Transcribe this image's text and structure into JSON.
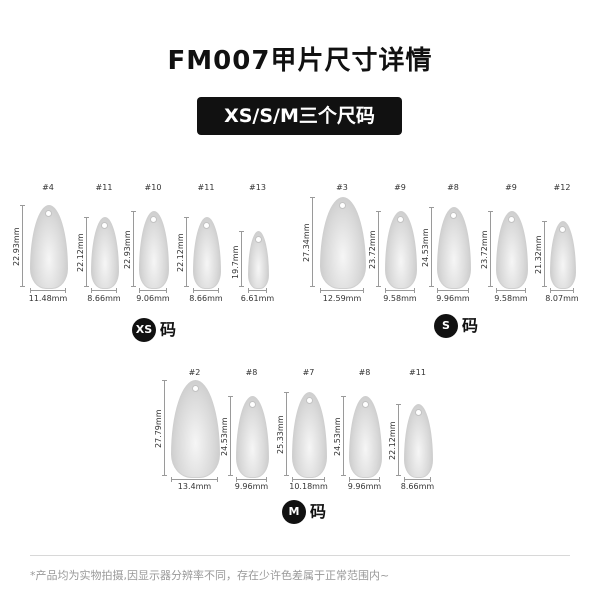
{
  "title": "FM007甲片尺寸详情",
  "sizes_pill": "XS/S/M三个尺码",
  "groups": [
    {
      "circle": "XS",
      "label": "码",
      "nails": [
        {
          "number": "#4",
          "length": "22.93mm",
          "width": "11.48mm"
        },
        {
          "number": "#11",
          "length": "22.12mm",
          "width": "8.66mm"
        },
        {
          "number": "#10",
          "length": "22.93mm",
          "width": "9.06mm"
        },
        {
          "number": "#11",
          "length": "22.12mm",
          "width": "8.66mm"
        },
        {
          "number": "#13",
          "length": "19.7mm",
          "width": "6.61mm"
        }
      ]
    },
    {
      "circle": "S",
      "label": "码",
      "nails": [
        {
          "number": "#3",
          "length": "27.34mm",
          "width": "12.59mm"
        },
        {
          "number": "#9",
          "length": "23.72mm",
          "width": "9.58mm"
        },
        {
          "number": "#8",
          "length": "24.53mm",
          "width": "9.96mm"
        },
        {
          "number": "#9",
          "length": "23.72mm",
          "width": "9.58mm"
        },
        {
          "number": "#12",
          "length": "21.32mm",
          "width": "8.07mm"
        }
      ]
    },
    {
      "circle": "M",
      "label": "码",
      "nails": [
        {
          "number": "#2",
          "length": "27.79mm",
          "width": "13.4mm"
        },
        {
          "number": "#8",
          "length": "24.53mm",
          "width": "9.96mm"
        },
        {
          "number": "#7",
          "length": "25.33mm",
          "width": "10.18mm"
        },
        {
          "number": "#8",
          "length": "24.53mm",
          "width": "9.96mm"
        },
        {
          "number": "#11",
          "length": "22.12mm",
          "width": "8.66mm"
        }
      ]
    }
  ],
  "footnote": "*产品均为实物拍摄,因显示器分辨率不同，存在少许色差属于正常范围内~"
}
